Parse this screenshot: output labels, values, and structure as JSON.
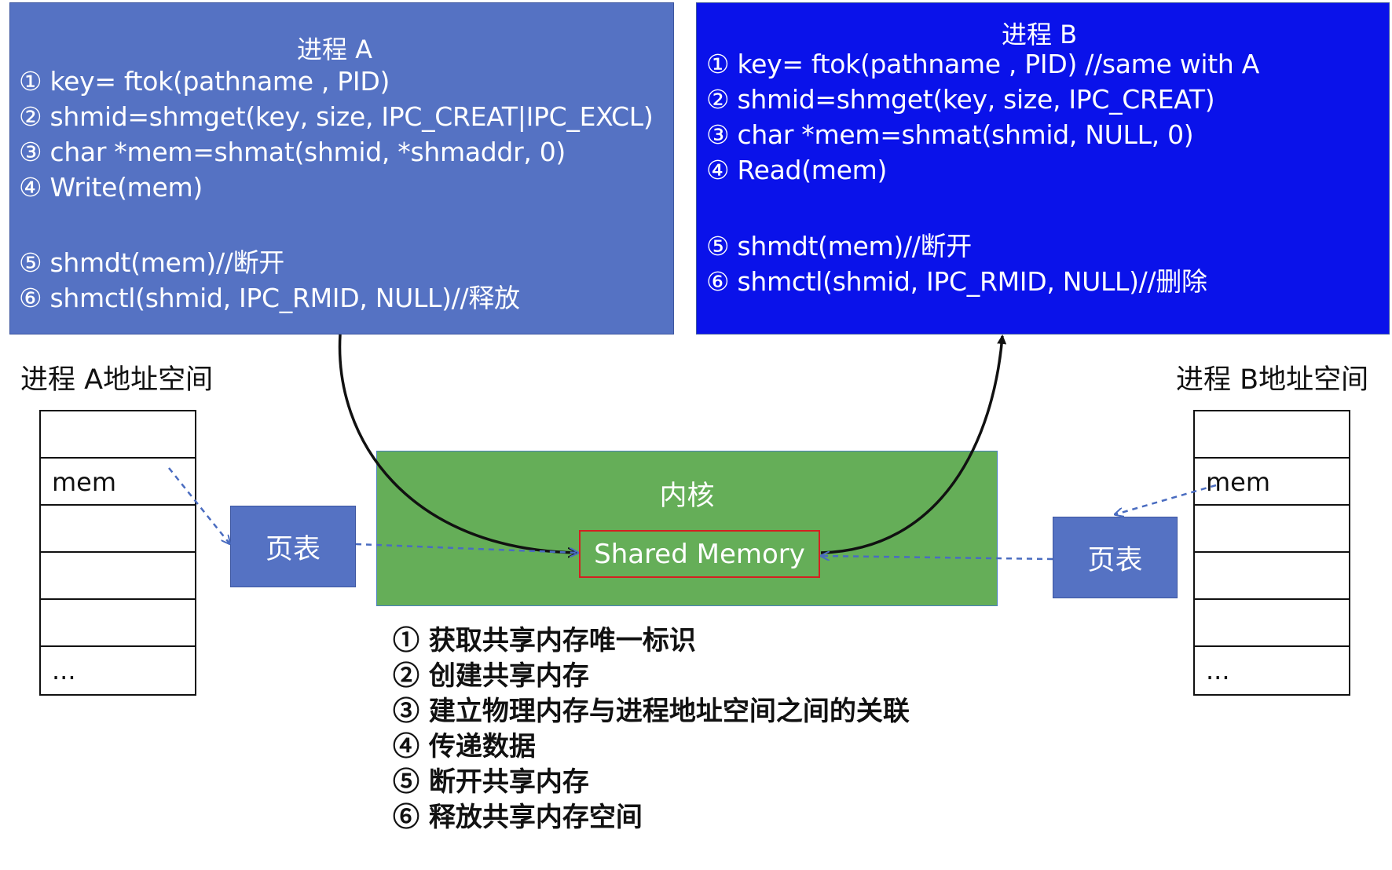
{
  "process_a": {
    "title": "进程 A",
    "steps": [
      "① key= ftok(pathname , PID)",
      "② shmid=shmget(key, size, IPC_CREAT|IPC_EXCL)",
      "③ char *mem=shmat(shmid, *shmaddr, 0)",
      "④ Write(mem)",
      "⑤ shmdt(mem)//断开",
      "⑥ shmctl(shmid, IPC_RMID, NULL)//释放"
    ]
  },
  "process_b": {
    "title": "进程 B",
    "steps": [
      "① key= ftok(pathname , PID) //same with A",
      "② shmid=shmget(key, size, IPC_CREAT)",
      "③ char *mem=shmat(shmid, NULL, 0)",
      "④ Read(mem)",
      "⑤ shmdt(mem)//断开",
      "⑥ shmctl(shmid, IPC_RMID, NULL)//删除"
    ]
  },
  "address_space_a": {
    "label": "进程 A地址空间",
    "cells": [
      "",
      "mem",
      "",
      "",
      "",
      "..."
    ]
  },
  "address_space_b": {
    "label": "进程 B地址空间",
    "cells": [
      "",
      "mem",
      "",
      "",
      "",
      "..."
    ]
  },
  "page_table_a": {
    "label": "页表"
  },
  "page_table_b": {
    "label": "页表"
  },
  "kernel": {
    "label": "内核",
    "shared_memory": "Shared Memory"
  },
  "legend": [
    "① 获取共享内存唯一标识",
    "② 创建共享内存",
    "③ 建立物理内存与进程地址空间之间的关联",
    "④ 传递数据",
    "⑤ 断开共享内存",
    "⑥ 释放共享内存空间"
  ],
  "colors": {
    "process_a_fill": "#5572c3",
    "process_b_fill": "#0a12ea",
    "kernel_fill": "#65ae58",
    "shared_memory_border": "#d42020",
    "dashed_arrow": "#4a6cc0"
  }
}
